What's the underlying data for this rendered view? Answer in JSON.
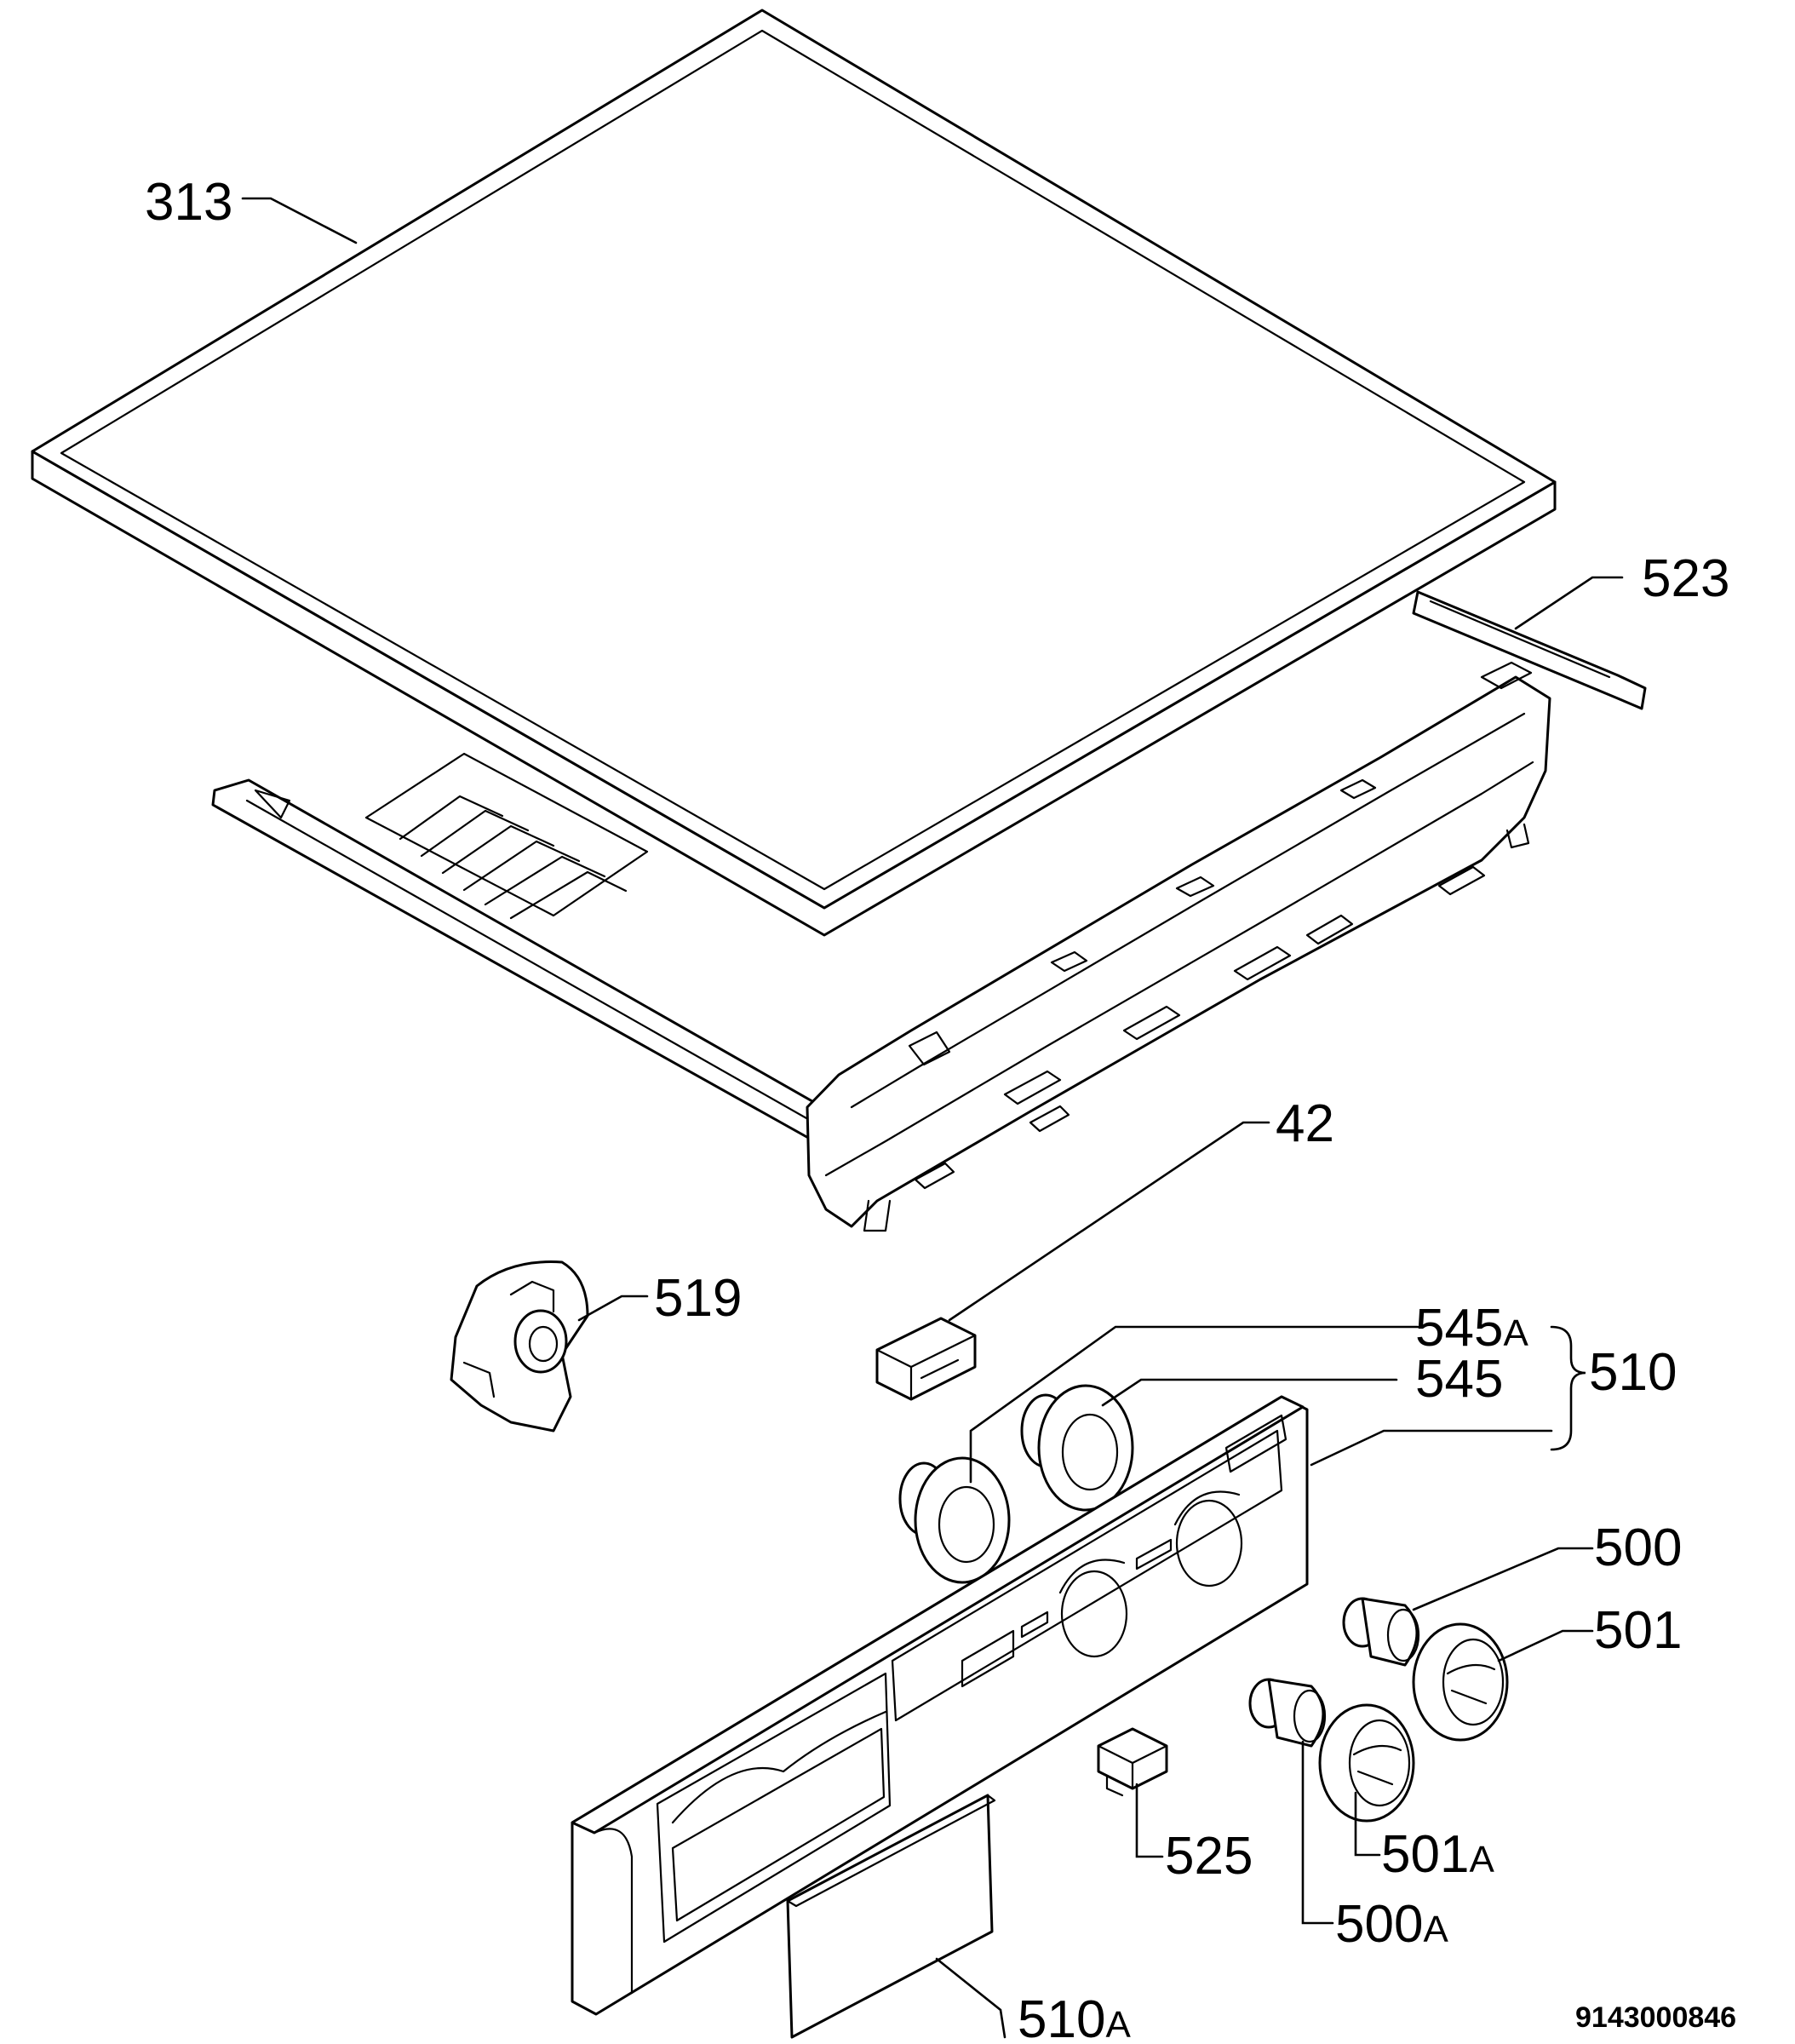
{
  "parts": {
    "p313": "313",
    "p523": "523",
    "p42": "42",
    "p519": "519",
    "p545a_num": "545",
    "p545a_suffix": "A",
    "p545": "545",
    "p510": "510",
    "p500": "500",
    "p501": "501",
    "p501a_num": "501",
    "p501a_suffix": "A",
    "p525": "525",
    "p500a_num": "500",
    "p500a_suffix": "A",
    "p510a_num": "510",
    "p510a_suffix": "A"
  },
  "document_number": "9143000846"
}
